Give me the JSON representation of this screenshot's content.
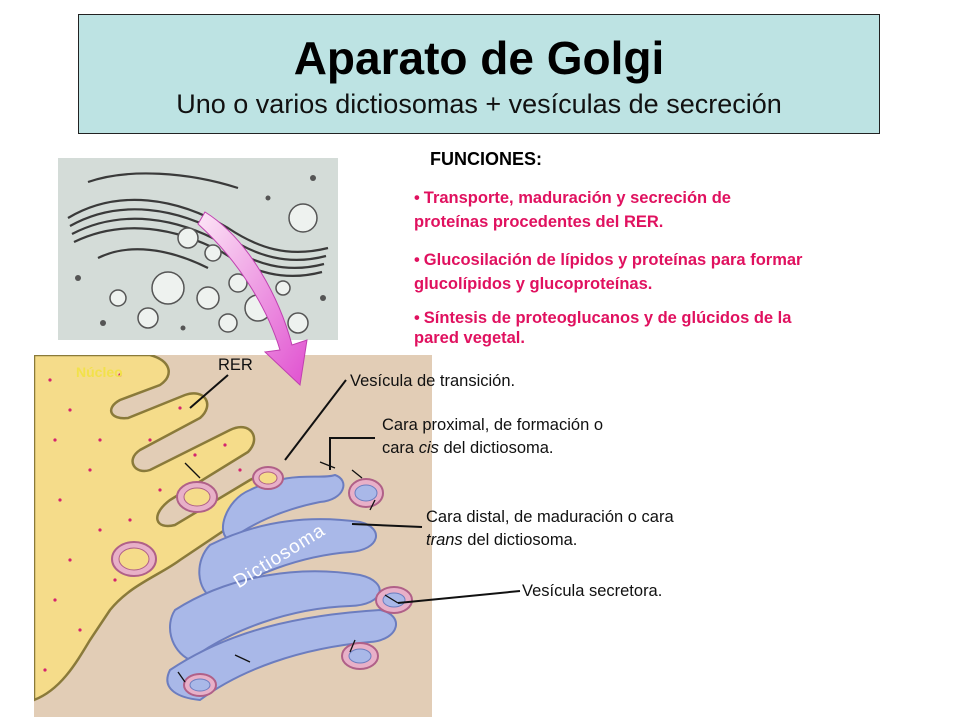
{
  "header": {
    "title": "Aparato de Golgi",
    "subtitle": "Uno o varios dictiosomas + vesículas de secreción"
  },
  "functions": {
    "heading": "FUNCIONES:",
    "items": [
      {
        "line1": "Transporte, maduración y secreción de",
        "line2": "proteínas procedentes del RER."
      },
      {
        "line1": "Glucosilación de lípidos y proteínas para formar",
        "line2": "glucolípidos y glucoproteínas."
      },
      {
        "line1": "Síntesis de proteoglucanos y de glúcidos de la",
        "line2": "pared vegetal."
      }
    ]
  },
  "illustration_labels": {
    "nucleus": "Núcleo",
    "rer": "RER",
    "dictyosome": "Dictiosoma",
    "transition_vesicle": "Vesícula de transición.",
    "cis_face": {
      "line1": "Cara proximal, de formación o",
      "line2_pre": "cara ",
      "line2_italic": "cis",
      "line2_post": " del dictiosoma."
    },
    "trans_face": {
      "line1": "Cara distal, de maduración o cara",
      "line2_italic": "trans",
      "line2_post": " del dictiosoma."
    },
    "secretory_vesicle": "Vesícula secretora."
  },
  "colors": {
    "title_background": "#bde3e3",
    "function_text": "#e0115f",
    "er_fill": "#f5dc8a",
    "er_outline": "#8a7a3a",
    "golgi_fill": "#a9b8e8",
    "vesicle_fill": "#e8b0c8",
    "arrow_gradient": "#e050d0"
  }
}
